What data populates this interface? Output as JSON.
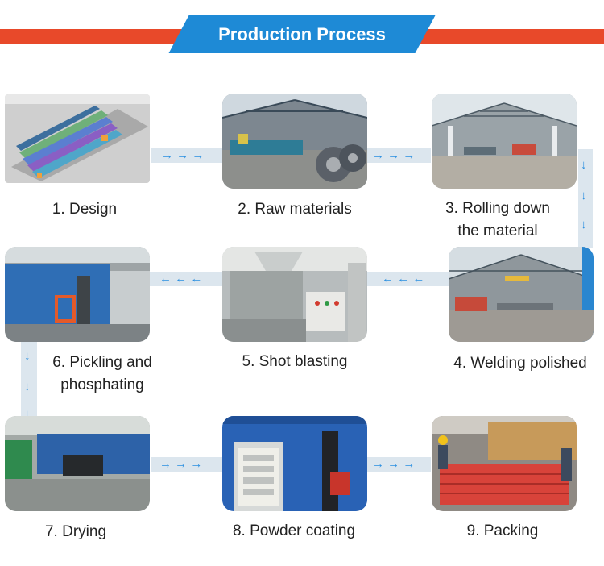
{
  "header": {
    "title": "Production Process"
  },
  "steps": [
    {
      "caption": "1. Design",
      "icon": "design-3d-render"
    },
    {
      "caption": "2. Raw materials",
      "icon": "steel-coils-factory"
    },
    {
      "caption": "3. Rolling down the material",
      "icon": "roll-forming-hall"
    },
    {
      "caption": "4. Welding polished",
      "icon": "welding-workshop"
    },
    {
      "caption": "5. Shot blasting",
      "icon": "shot-blasting-machine"
    },
    {
      "caption": "6. Pickling and phosphating",
      "icon": "pickling-tank-line"
    },
    {
      "caption": "7. Drying",
      "icon": "drying-room"
    },
    {
      "caption": "8.  Powder coating",
      "icon": "powder-coating-booth"
    },
    {
      "caption": "9. Packing",
      "icon": "packing-red-racks"
    }
  ],
  "colors": {
    "accent": "#1e8ad6",
    "banner_stripe": "#e8492a",
    "connector": "#dce6ee",
    "arrow": "#2b8fe0"
  }
}
